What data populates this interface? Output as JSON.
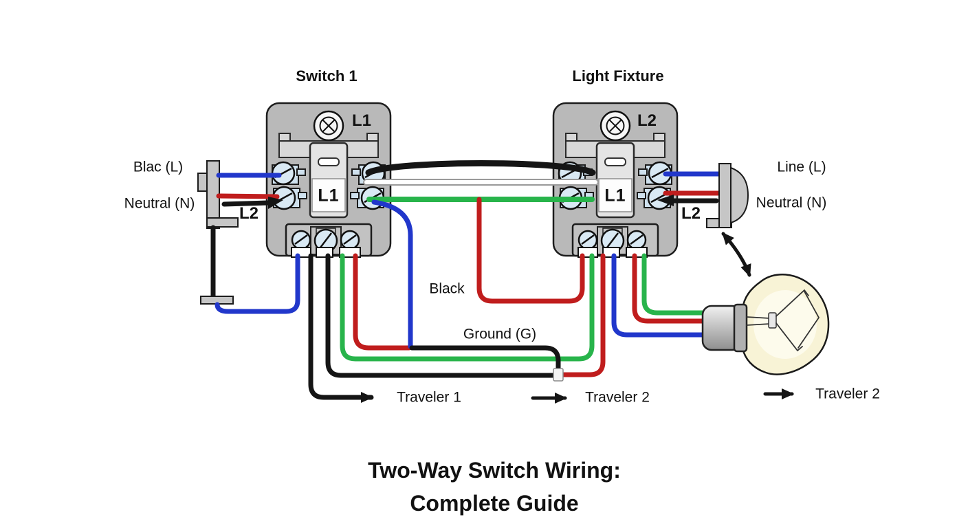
{
  "title": {
    "line1": "Two-Way Switch Wiring:",
    "line2": "Complete Guide"
  },
  "devices": {
    "switch1": {
      "heading": "Switch 1",
      "corner_label": "L1",
      "toggle_label": "L1"
    },
    "fixture": {
      "heading": "Light Fixture",
      "corner_label": "L2",
      "toggle_label": "L1"
    }
  },
  "labels": {
    "left_line": "Blac (L)",
    "left_neutral": "Neutral (N)",
    "left_l2": "L2",
    "right_line": "Line (L)",
    "right_neutral": "Neutral (N)",
    "right_l2": "L2",
    "black_wire": "Black",
    "ground": "Ground (G)",
    "traveler1": "Traveler 1",
    "traveler2_mid": "Traveler 2",
    "traveler2_right": "Traveler 2"
  },
  "colors": {
    "text": "#111111",
    "wire_black": "#151515",
    "wire_red": "#c01d1d",
    "wire_green": "#28b44b",
    "wire_blue": "#2137cb",
    "wire_white": "#ffffff",
    "device_gray": "#b9b9b9",
    "terminal_blue": "#cfe1ee",
    "bulb_glass": "#f8f3d6",
    "bulb_glow": "#fdfbec"
  }
}
